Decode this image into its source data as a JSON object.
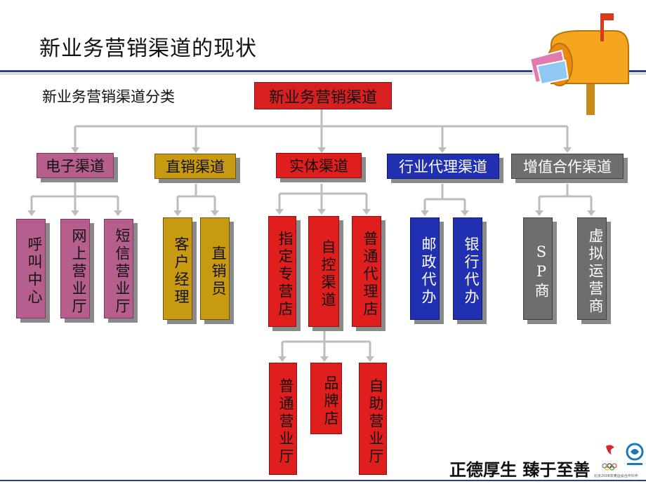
{
  "title": "新业务营销渠道的现状",
  "subtitle": "新业务营销渠道分类",
  "diagram": {
    "root": "新业务营销渠道",
    "categories": [
      {
        "label": "电子渠道",
        "color": "#b65f8e",
        "children": [
          "呼叫中心",
          "网上营业厅",
          "短信营业厅"
        ]
      },
      {
        "label": "直销渠道",
        "color": "#c79a12",
        "children": [
          "客户经理",
          "直销员"
        ]
      },
      {
        "label": "实体渠道",
        "color": "#e01e1e",
        "children": [
          "指定专营店",
          "自控渠道",
          "普通代理店"
        ],
        "sub_children": [
          "普通营业厅",
          "品牌店",
          "自助营业厅"
        ]
      },
      {
        "label": "行业代理渠道",
        "color": "#2030b0",
        "children": [
          "邮政代办",
          "银行代办"
        ]
      },
      {
        "label": "增值合作渠道",
        "color": "#6e6e6e",
        "children": [
          "SP商",
          "虚拟运营商"
        ]
      }
    ]
  },
  "footer": {
    "motto": "正德厚生 臻于至善",
    "note": "北京2008年奥运会合作伙伴"
  },
  "icons": [
    "mailbox-icon",
    "olympic-logo-icon",
    "china-mobile-logo-icon"
  ]
}
